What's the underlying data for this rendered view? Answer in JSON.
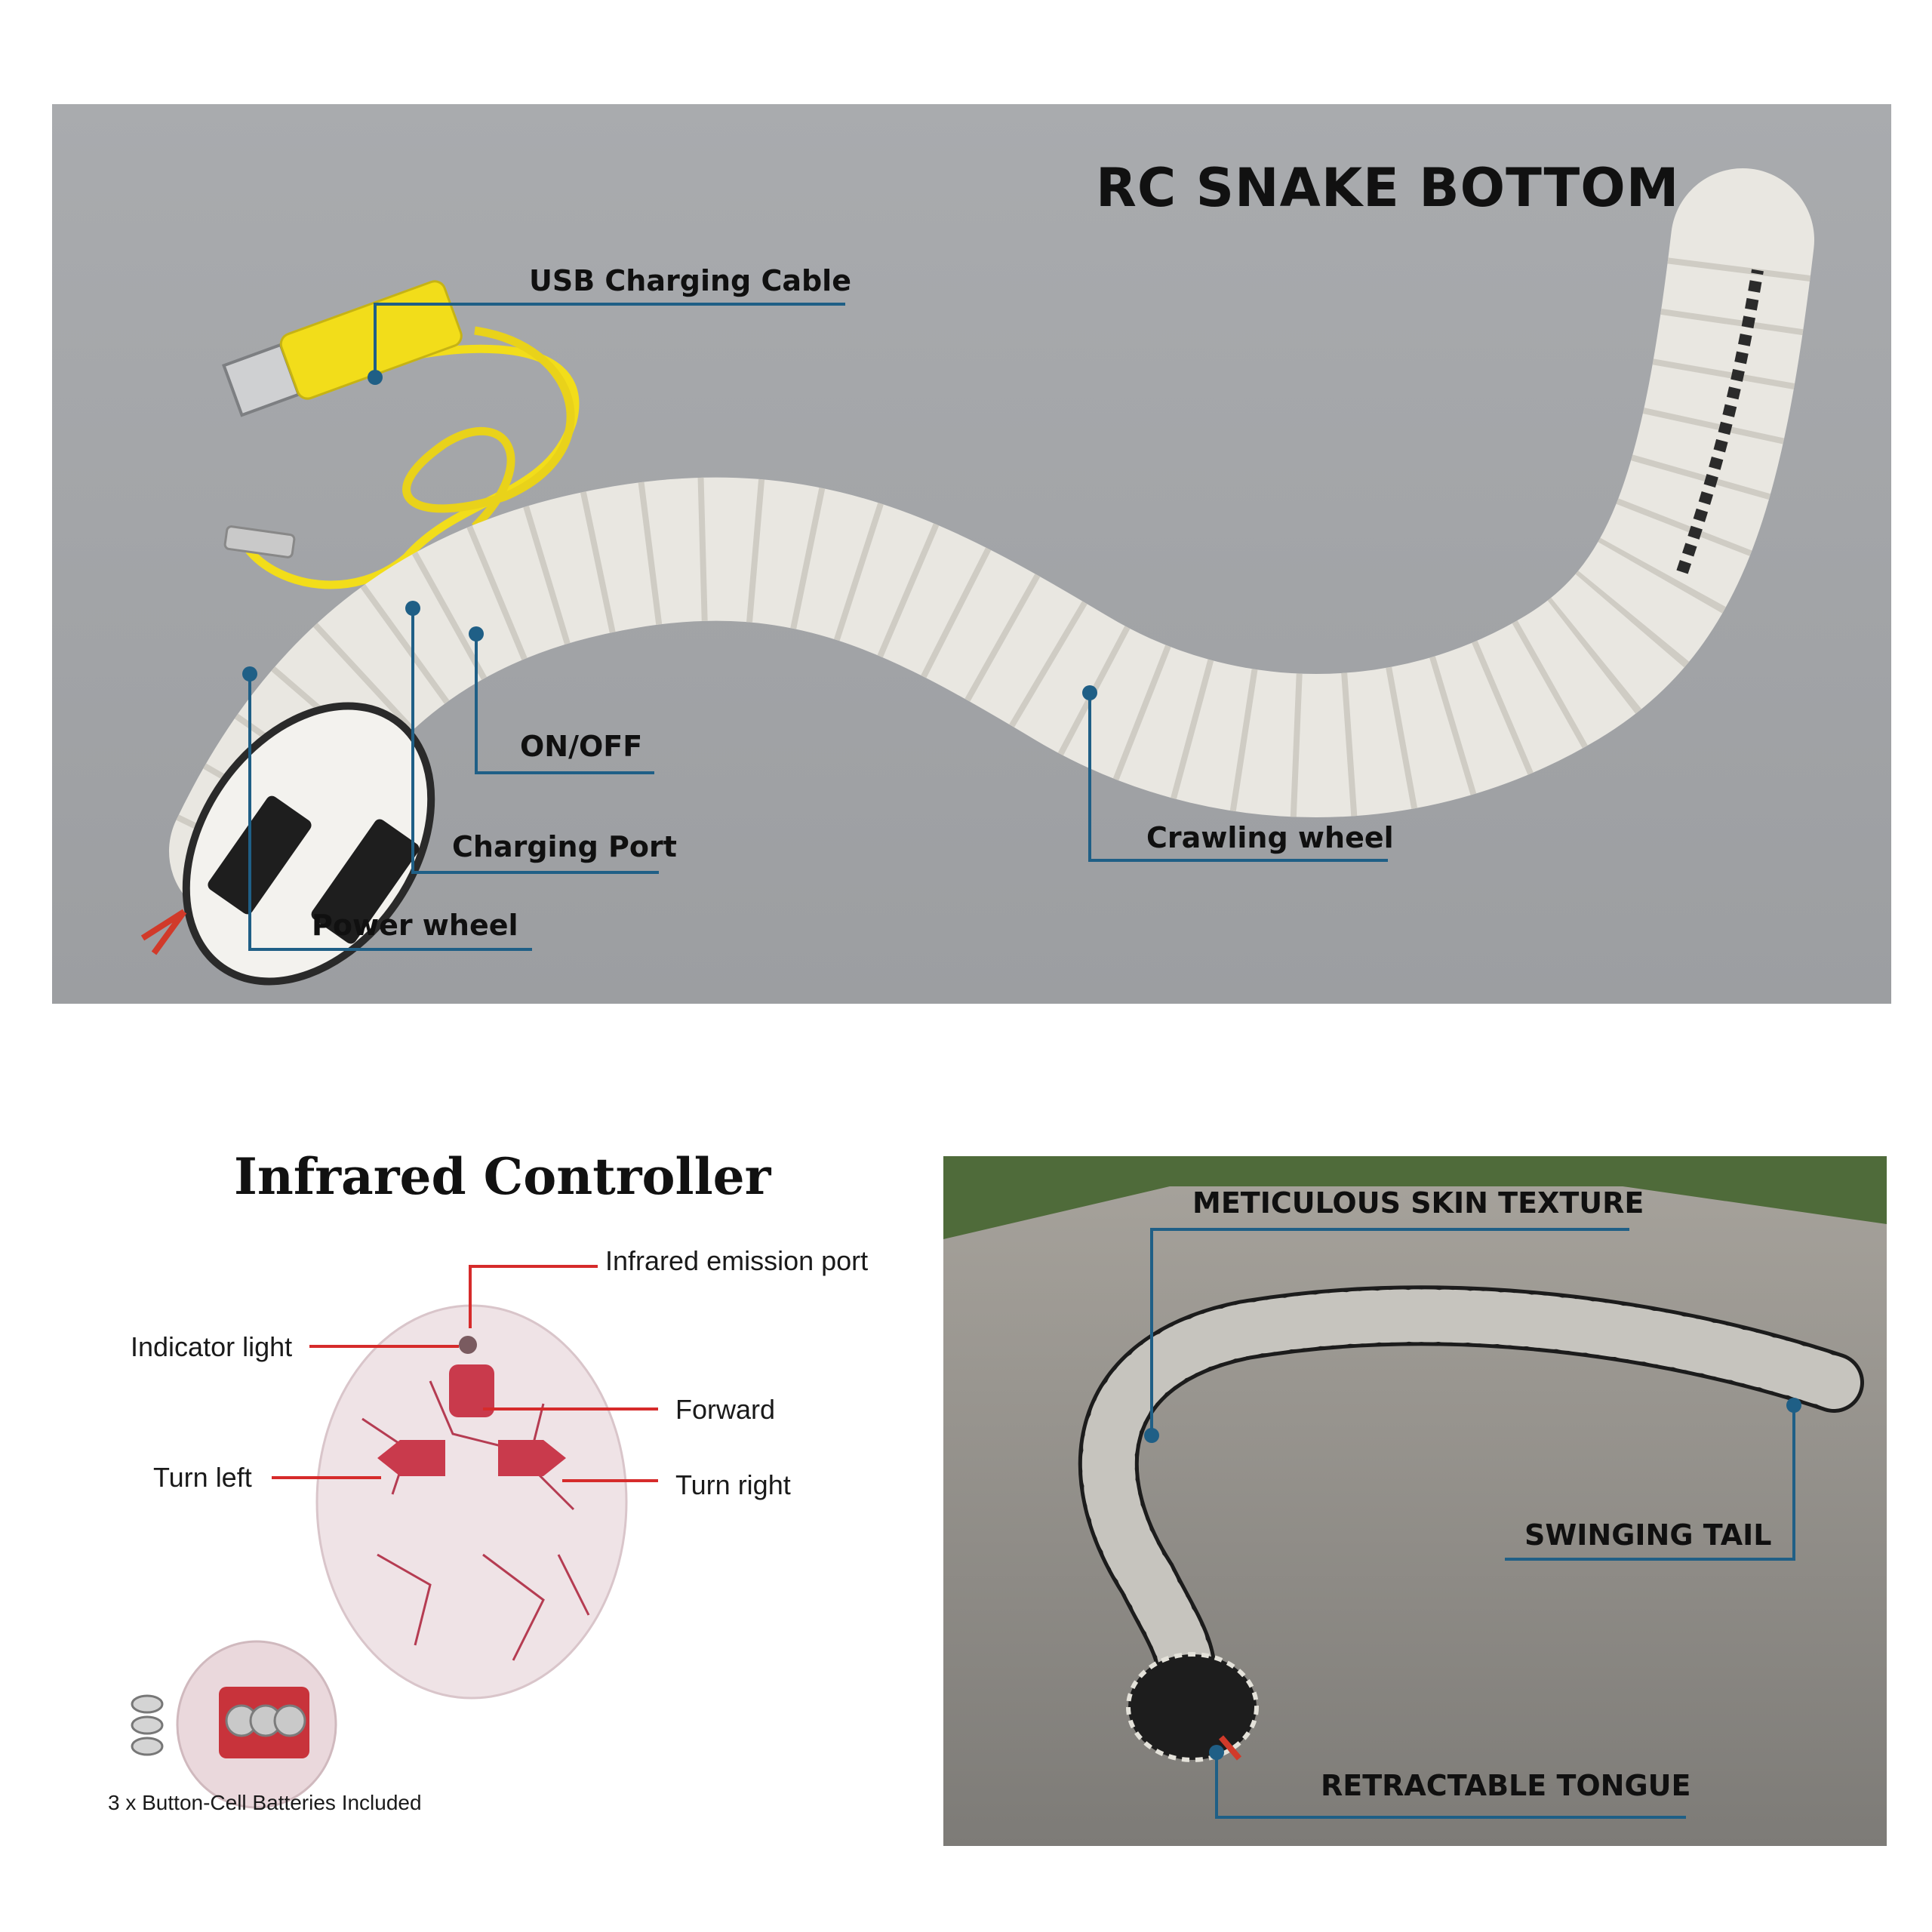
{
  "top_panel": {
    "title": "RC SNAKE BOTTOM",
    "labels": {
      "usb_cable": "USB Charging Cable",
      "on_off": "ON/OFF",
      "charging_port": "Charging Port",
      "power_wheel": "Power wheel",
      "crawling_wheel": "Crawling wheel"
    }
  },
  "controller_panel": {
    "title": "Infrared Controller",
    "labels": {
      "emission_port": "Infrared emission port",
      "indicator_light": "Indicator light",
      "forward": "Forward",
      "turn_left": "Turn left",
      "turn_right": "Turn right",
      "batteries": "3 x Button-Cell Batteries Included"
    }
  },
  "road_panel": {
    "labels": {
      "skin_texture": "METICULOUS SKIN TEXTURE",
      "swinging_tail": "SWINGING TAIL",
      "tongue": "RETRACTABLE TONGUE"
    }
  },
  "colors": {
    "callout_line": "#1f5f86",
    "controller_line": "#d62b2b",
    "background_gray": "#a3a5a8",
    "cable_yellow": "#f2dd1a"
  }
}
